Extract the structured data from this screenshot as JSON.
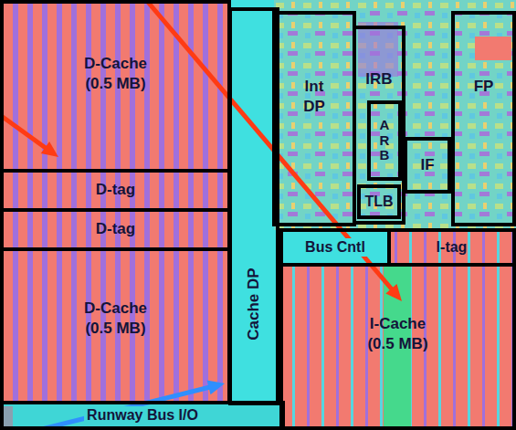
{
  "diagram": {
    "nodes": [
      {
        "text": [
          "D-Cache (0.5 MB)"
        ]
      },
      {
        "text": [
          "D-tag"
        ]
      },
      {
        "text": [
          "D-tag"
        ]
      },
      {
        "text": [
          "D-Cache (0.5 MB)"
        ]
      },
      {
        "text": [
          "Cache DP"
        ]
      },
      {
        "text": [
          "Int DP"
        ]
      },
      {
        "text": [
          "IRB"
        ]
      },
      {
        "text": [
          "ARB"
        ],
        "in": 6
      },
      {
        "text": [
          "TLB"
        ],
        "in": 6
      },
      {
        "text": [
          "IF"
        ]
      },
      {
        "text": [
          "FP"
        ]
      },
      {
        "text": [
          "Bus Cntl"
        ]
      },
      {
        "text": [
          "I-tag"
        ]
      },
      {
        "text": [
          "I-Cache (0.5 MB)"
        ]
      },
      {
        "text": [
          "Runway Bus I/O"
        ]
      }
    ]
  }
}
